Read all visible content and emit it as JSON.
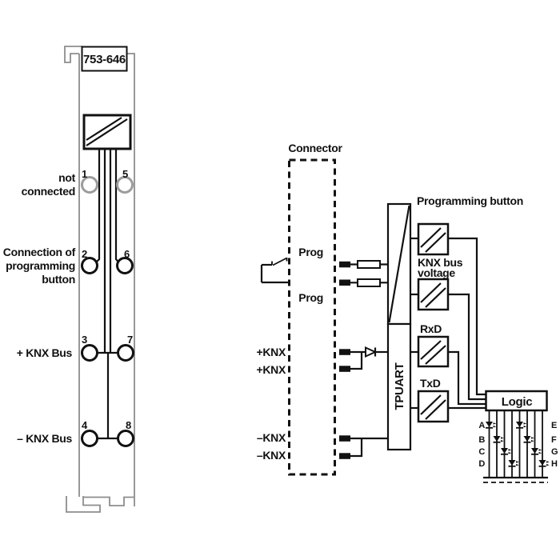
{
  "module": {
    "part_number": "753-646",
    "terminal_numbers": [
      "1",
      "2",
      "3",
      "4",
      "5",
      "6",
      "7",
      "8"
    ],
    "side_labels": {
      "not_connected": [
        "not",
        "connected"
      ],
      "prog_button": [
        "Connection of",
        "programming",
        "button"
      ],
      "knx_plus": "+ KNX Bus",
      "knx_minus": "– KNX Bus"
    }
  },
  "schematic": {
    "connector_label": "Connector",
    "prog_pin_labels": [
      "Prog",
      "Prog"
    ],
    "knx_pin_labels": [
      "+KNX",
      "+KNX",
      "–KNX",
      "–KNX"
    ],
    "tpuart_label": "TPUART",
    "block_labels": {
      "programming_button": "Programming button",
      "knx_bus_voltage": [
        "KNX bus",
        "voltage"
      ],
      "rxd": "RxD",
      "txd": "TxD",
      "logic": "Logic"
    },
    "led_labels": [
      "A",
      "B",
      "C",
      "D",
      "E",
      "F",
      "G",
      "H"
    ]
  },
  "colors": {
    "line": "#111111",
    "housing_outline": "#8d8d8d",
    "not_connected_terminal": "#9c9c9c",
    "background": "#ffffff"
  }
}
